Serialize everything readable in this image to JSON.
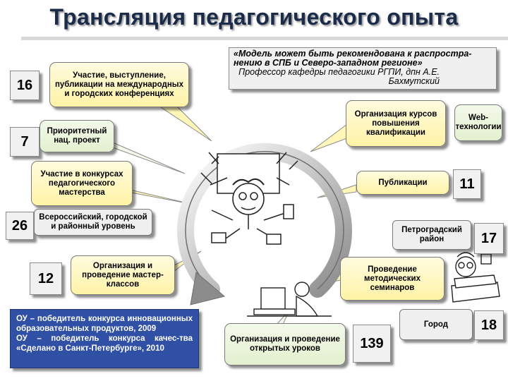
{
  "title": "Трансляция педагогического опыта",
  "quote": {
    "line1": "«Модель может быть рекомендована к распростра-нению в СПБ и Северо-западном регионе»",
    "line2": "Профессор кафедры педагогики РГПИ, дпн А.Е. Бахмутский"
  },
  "nodes": {
    "conferences": "Участие, выступление, публикации на международных и городских конференциях",
    "national_project": "Приоритетный нац. проект",
    "contests": "Участие в конкурсах педагогического мастерства",
    "levels": "Всероссийский, городской и районный уровень",
    "masterclasses": "Организация и проведение мастер-классов",
    "courses": "Организация курсов повышения квалификации",
    "web": "Web-технологии",
    "publications": "Публикации",
    "district": "Петроградский район",
    "seminars": "Проведение методических семинаров",
    "city": "Город",
    "open_lessons": "Организация и проведение открытых уроков"
  },
  "numbers": {
    "conferences": "16",
    "national_project": "7",
    "levels": "26",
    "masterclasses": "12",
    "publications": "11",
    "district": "17",
    "city": "18",
    "open_lessons": "139"
  },
  "winner_note": "ОУ – победитель конкурса инновационных образовательных продуктов, 2009\nОУ – победитель конкурса качес-тва «Сделано в Санкт-Петербурге», 2010",
  "colors": {
    "yellow_box": "#fff3a6",
    "green_box": "#e3f0cf",
    "blue_box": "#3050a6",
    "cycle_arrow": "#9a9a9a"
  }
}
